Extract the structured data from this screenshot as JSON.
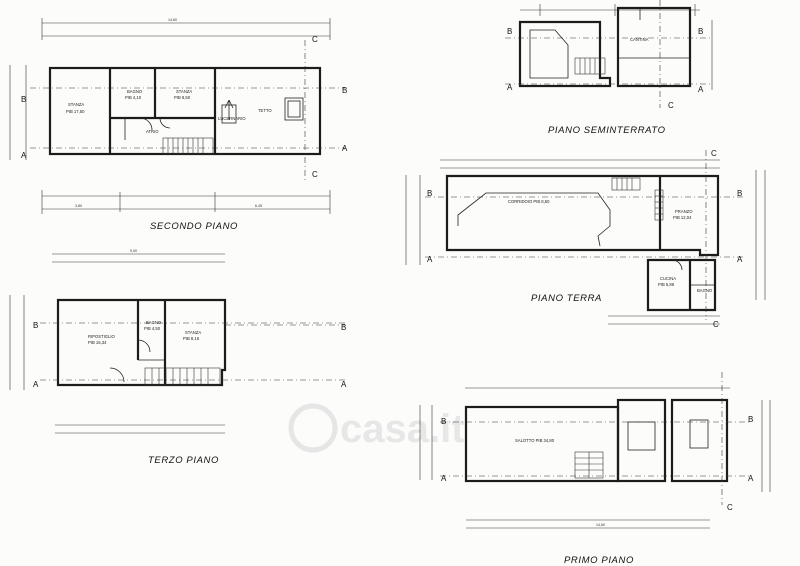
{
  "titles": {
    "seminterrato": "PIANO SEMINTERRATO",
    "secondo": "SECONDO PIANO",
    "terra": "PIANO TERRA",
    "terzo": "TERZO PIANO",
    "primo": "PRIMO PIANO"
  },
  "rooms": {
    "secondo_stanza1": "STANZA",
    "secondo_stanza1_area": "PIB 17,50",
    "secondo_bagno": "BAGNO",
    "secondo_bagno_area": "PIB 4,10",
    "secondo_stanza2": "STANZA",
    "secondo_stanza2_area": "PIB 8,50",
    "secondo_atrio": "ATRIO",
    "secondo_tetto": "TETTO",
    "secondo_lucernario": "LUCERNARIO",
    "seminterrato_cantina": "CANTINA",
    "terra_corridoio": "CORRIDOIO PIB 8,50",
    "terra_pranzo": "PRANZO",
    "terra_pranzo_area": "PIB 12,04",
    "terra_cucina": "CUCINA",
    "terra_cucina_area": "PIB 5,86",
    "terra_bagno": "BAGNO",
    "terzo_ripostiglio": "RIPOSTIGLIO",
    "terzo_ripostiglio_area": "PIB 15,34",
    "terzo_bagno": "BAGNO",
    "terzo_bagno_area": "PIB 4,50",
    "terzo_stanza": "STANZA",
    "terzo_stanza_area": "PIB 8,16",
    "primo_salotto": "SALOTTO PIB 34,80"
  },
  "axis_labels": {
    "a": "A",
    "b": "B",
    "c": "C"
  },
  "dimensions": {
    "secondo_top": "14,60",
    "secondo_bottom_left": "3,80",
    "secondo_bottom_right": "6,45",
    "terzo_top": "9,00",
    "primo_bottom": "14,60"
  },
  "watermark": "casa.it"
}
